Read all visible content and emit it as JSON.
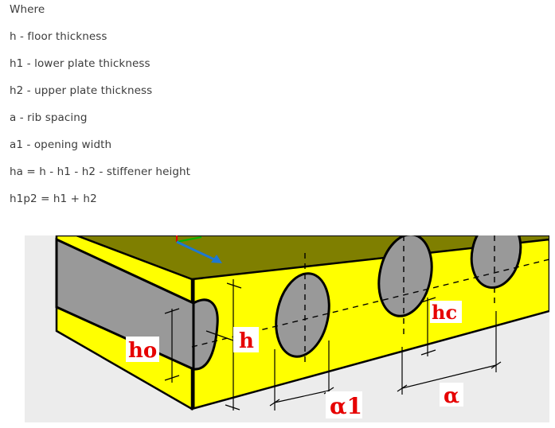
{
  "definitions": {
    "intro": "Where",
    "items": [
      "h - floor thickness",
      "h1 - lower plate thickness",
      "h2 - upper plate thickness",
      "a - rib spacing",
      "a1 - opening width",
      "ha = h - h1 - h2 - stiffener height",
      "h1p2 = h1 + h2"
    ]
  },
  "figure": {
    "labels": {
      "h": "h",
      "ho": "ho",
      "hc": "hc",
      "a1": "α1",
      "a": "α"
    },
    "colors": {
      "slab_face": "#ffff00",
      "slab_top": "#7f7f00",
      "opening": "#999999",
      "background": "#ececec",
      "label_text": "#e60000",
      "axis_blue": "#1e78d2",
      "axis_green": "#00b400",
      "axis_red": "#e60000"
    }
  }
}
